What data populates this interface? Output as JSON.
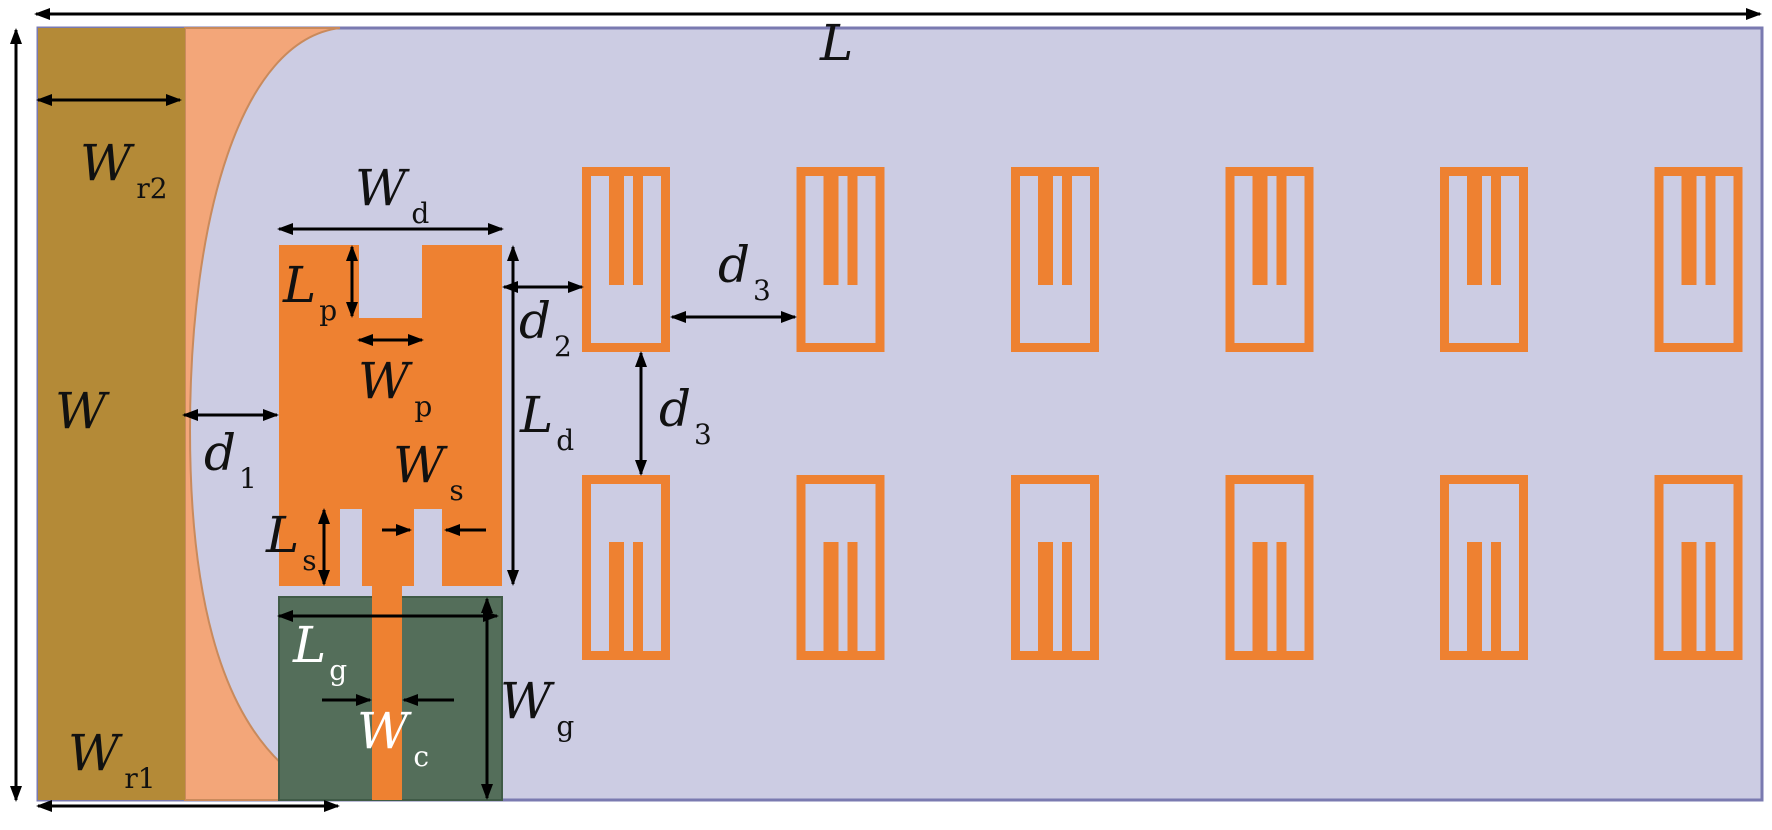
{
  "colors": {
    "substrate": "#cccce3",
    "substrate_edge": "#7a7ab0",
    "reflector": "#b48a37",
    "dipole": "#ee8131",
    "taper": "#f3a679",
    "ground": "#546e5a",
    "arrow": "#000000"
  },
  "labels": {
    "L": {
      "main": "L",
      "sub": ""
    },
    "W": {
      "main": "W",
      "sub": ""
    },
    "Wr2": {
      "main": "W",
      "sub": "r2"
    },
    "Wr1": {
      "main": "W",
      "sub": "r1"
    },
    "Wd": {
      "main": "W",
      "sub": "d"
    },
    "Lp": {
      "main": "L",
      "sub": "p"
    },
    "Wp": {
      "main": "W",
      "sub": "p"
    },
    "d1": {
      "main": "d",
      "sub": "1"
    },
    "d2": {
      "main": "d",
      "sub": "2"
    },
    "d3_top": {
      "main": "d",
      "sub": "3"
    },
    "d3_mid": {
      "main": "d",
      "sub": "3"
    },
    "Ld": {
      "main": "L",
      "sub": "d"
    },
    "Ws": {
      "main": "W",
      "sub": "s"
    },
    "Ls": {
      "main": "L",
      "sub": "s"
    },
    "Lg": {
      "main": "L",
      "sub": "g"
    },
    "Wc": {
      "main": "W",
      "sub": "c"
    },
    "Wg": {
      "main": "W",
      "sub": "g"
    }
  },
  "director_array": {
    "rows": 2,
    "columns": 6
  }
}
